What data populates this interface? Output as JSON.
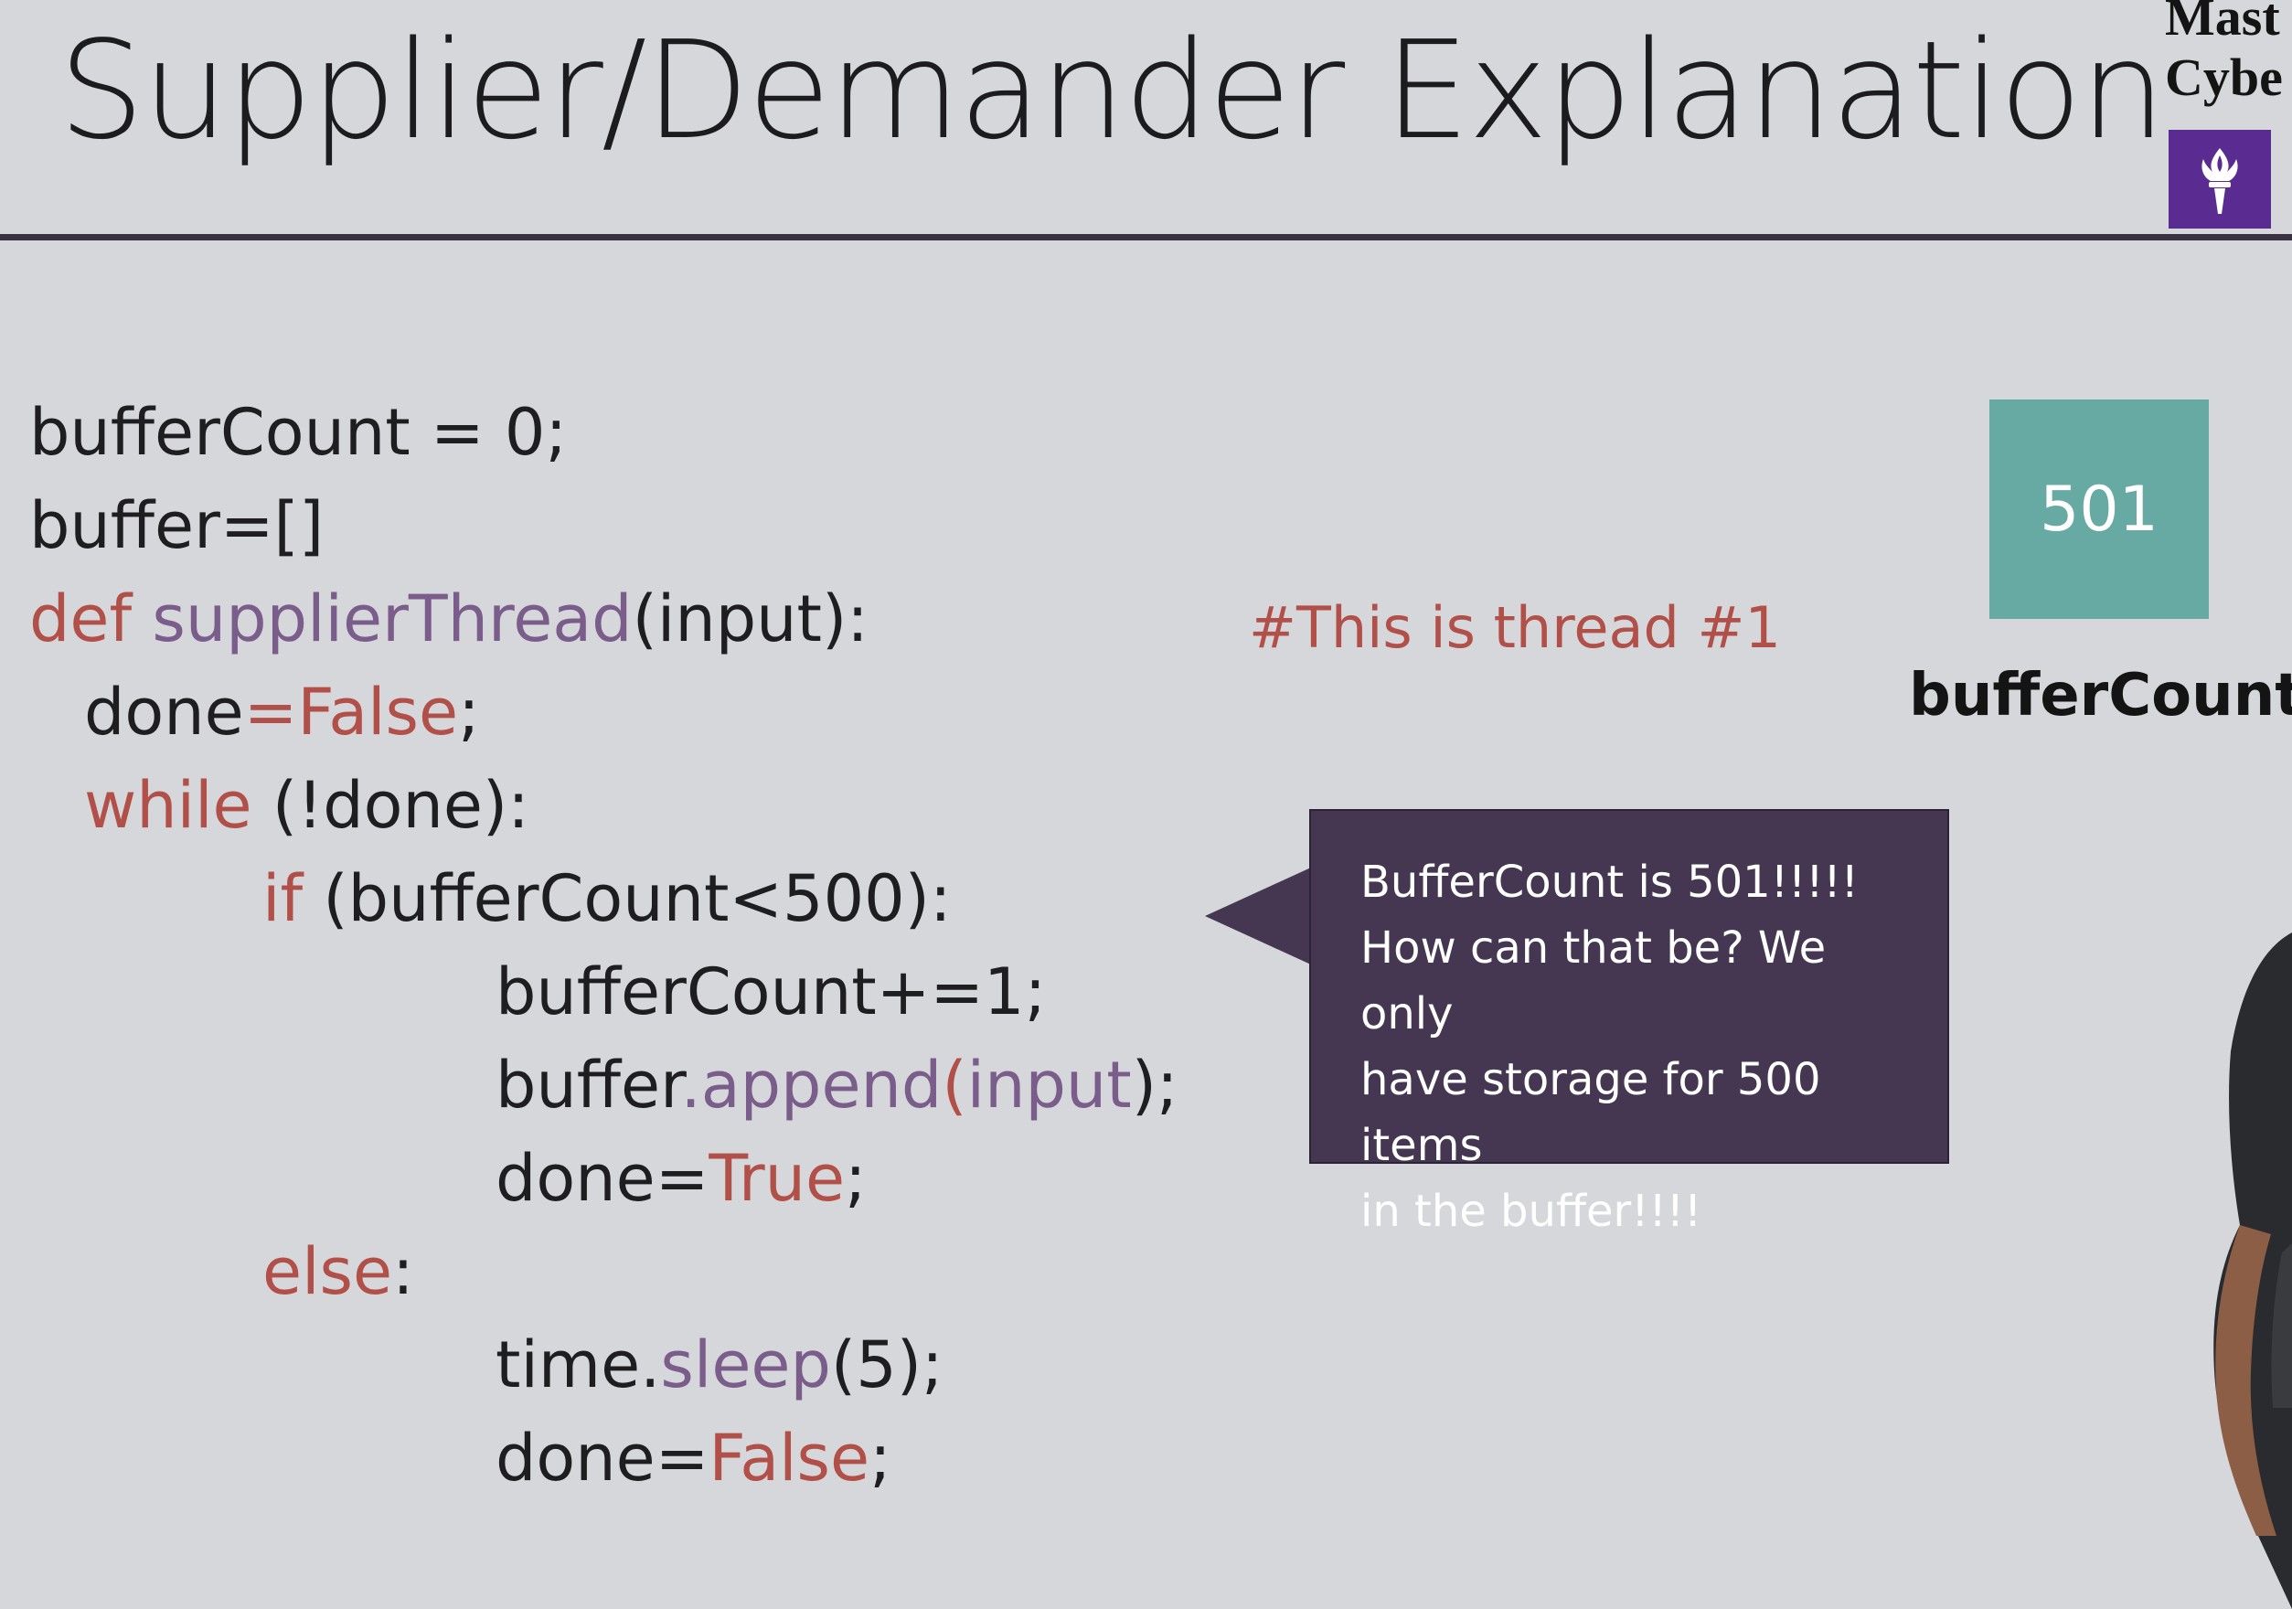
{
  "slide": {
    "title": "Supplier/Demander Explanation",
    "brand_lines": [
      "Mast",
      "Cybe"
    ],
    "brand_logo": "nyu-torch-icon"
  },
  "code": {
    "lines": [
      {
        "indent": 0,
        "tokens": [
          {
            "t": "bufferCount = 0;",
            "c": "plain"
          }
        ]
      },
      {
        "indent": 0,
        "tokens": [
          {
            "t": "buffer=[]",
            "c": "plain"
          }
        ]
      },
      {
        "indent": 0,
        "tokens": [
          {
            "t": "def ",
            "c": "kw"
          },
          {
            "t": "supplierThread",
            "c": "fn"
          },
          {
            "t": "(input):",
            "c": "plain"
          }
        ]
      },
      {
        "indent": 1,
        "tokens": [
          {
            "t": "done",
            "c": "plain"
          },
          {
            "t": "=False",
            "c": "kw"
          },
          {
            "t": ";",
            "c": "plain"
          }
        ]
      },
      {
        "indent": 1,
        "tokens": [
          {
            "t": "while",
            "c": "kw"
          },
          {
            "t": " (!done):",
            "c": "plain"
          }
        ]
      },
      {
        "indent": 2,
        "tokens": [
          {
            "t": "if",
            "c": "kw"
          },
          {
            "t": " (bufferCount<500):",
            "c": "plain"
          }
        ]
      },
      {
        "indent": 3,
        "tokens": [
          {
            "t": "bufferCount+=1;",
            "c": "plain"
          }
        ]
      },
      {
        "indent": 3,
        "tokens": [
          {
            "t": "buffer",
            "c": "plain"
          },
          {
            "t": ".append",
            "c": "fn"
          },
          {
            "t": "(",
            "c": "kw"
          },
          {
            "t": "input",
            "c": "fn"
          },
          {
            "t": ");",
            "c": "plain"
          }
        ]
      },
      {
        "indent": 3,
        "tokens": [
          {
            "t": "done=",
            "c": "plain"
          },
          {
            "t": "True",
            "c": "kw"
          },
          {
            "t": ";",
            "c": "plain"
          }
        ]
      },
      {
        "indent": 2,
        "tokens": [
          {
            "t": "else",
            "c": "kw"
          },
          {
            "t": ":",
            "c": "plain"
          }
        ]
      },
      {
        "indent": 3,
        "tokens": [
          {
            "t": "time.",
            "c": "plain"
          },
          {
            "t": "sleep",
            "c": "fn"
          },
          {
            "t": "(5);",
            "c": "plain"
          }
        ]
      },
      {
        "indent": 3,
        "tokens": [
          {
            "t": "done=",
            "c": "plain"
          },
          {
            "t": "False",
            "c": "kw"
          },
          {
            "t": ";",
            "c": "plain"
          }
        ]
      }
    ]
  },
  "comment": "#This is thread #1",
  "counter": {
    "value": "501",
    "label": "bufferCount",
    "color": "#67a9a3"
  },
  "callout": {
    "lines": [
      "BufferCount is 501!!!!!",
      "How can that be?  We only",
      "have storage for 500 items",
      "in the buffer!!!!"
    ],
    "color": "#453651"
  },
  "colors": {
    "background": "#d6d7da",
    "keyword": "#b14f49",
    "function": "#7a5d8b",
    "brand": "#5a2b91"
  }
}
